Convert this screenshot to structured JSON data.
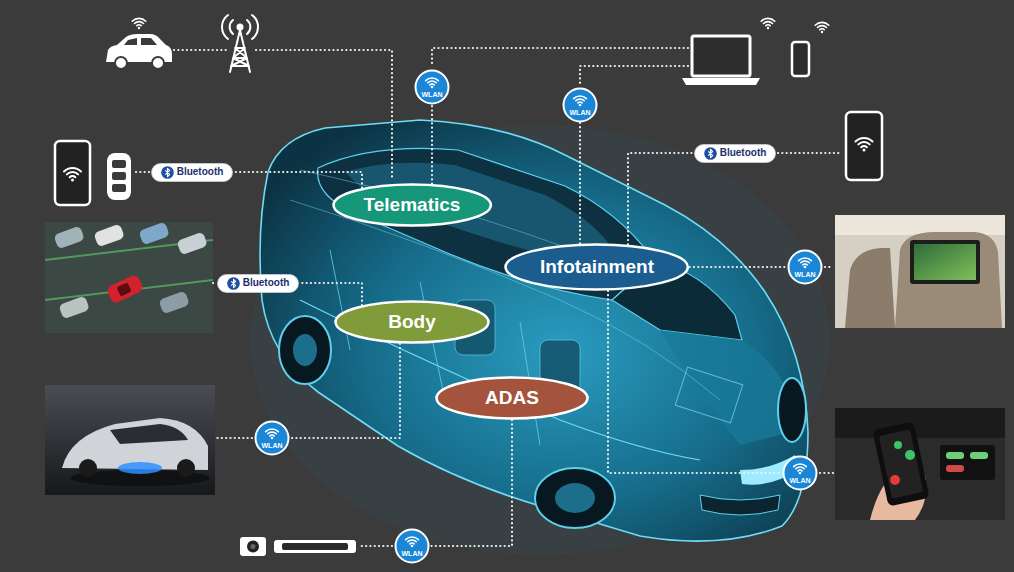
{
  "diagram": {
    "nodes": [
      {
        "text": [
          "WLAN"
        ]
      },
      {
        "text": [
          "WLAN"
        ]
      },
      {
        "text": [
          "Bluetooth"
        ]
      },
      {
        "text": [
          "Bluetooth"
        ]
      },
      {
        "text": [
          "Telematics"
        ]
      },
      {
        "text": [
          "Infotainment"
        ]
      },
      {
        "text": [
          "WLAN"
        ]
      },
      {
        "text": [
          "Bluetooth"
        ]
      },
      {
        "text": [
          "Body"
        ]
      },
      {
        "text": [
          "ADAS"
        ]
      },
      {
        "text": [
          "WLAN"
        ]
      },
      {
        "text": [
          "WLAN"
        ]
      },
      {
        "text": [
          "WLAN"
        ]
      }
    ],
    "edges": [
      {
        "from": 4,
        "to": 0,
        "arrow": "none"
      },
      {
        "from": 4,
        "to": 3,
        "arrow": "none"
      },
      {
        "from": 5,
        "to": 1,
        "arrow": "none"
      },
      {
        "from": 5,
        "to": 2,
        "arrow": "none"
      },
      {
        "from": 5,
        "to": 6,
        "arrow": "none"
      },
      {
        "from": 5,
        "to": 11,
        "arrow": "none"
      },
      {
        "from": 8,
        "to": 7,
        "arrow": "none"
      },
      {
        "from": 8,
        "to": 10,
        "arrow": "none"
      },
      {
        "from": 9,
        "to": 12,
        "arrow": "none"
      }
    ]
  }
}
